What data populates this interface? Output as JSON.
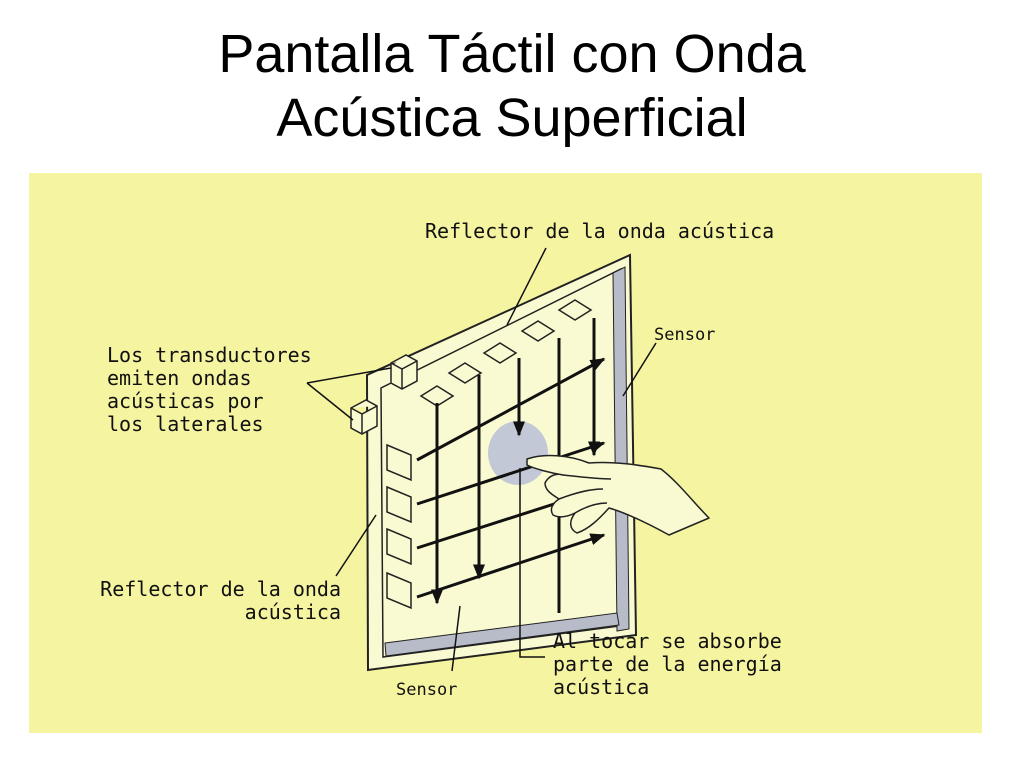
{
  "title": {
    "line1": "Pantalla Táctil con Onda",
    "line2": "Acústica Superficial"
  },
  "labels": {
    "reflector_top": "Reflector de la onda acústica",
    "sensor_right": "Sensor",
    "transducers": [
      "Los transductores",
      "emiten ondas",
      "acústicas por",
      "los laterales"
    ],
    "reflector_left": [
      "Reflector de la onda",
      "acústica"
    ],
    "sensor_bottom": "Sensor",
    "touch": [
      "Al tocar se absorbe",
      "parte de la energía",
      "acústica"
    ]
  },
  "colors": {
    "slide_background": "#ffffff",
    "panel_background": "#f5f4a0",
    "screen_frame": "#fafad2",
    "sensor_strip": "#b8bcc8",
    "touch_area": "#c2c8d6",
    "lines": "#111111"
  }
}
